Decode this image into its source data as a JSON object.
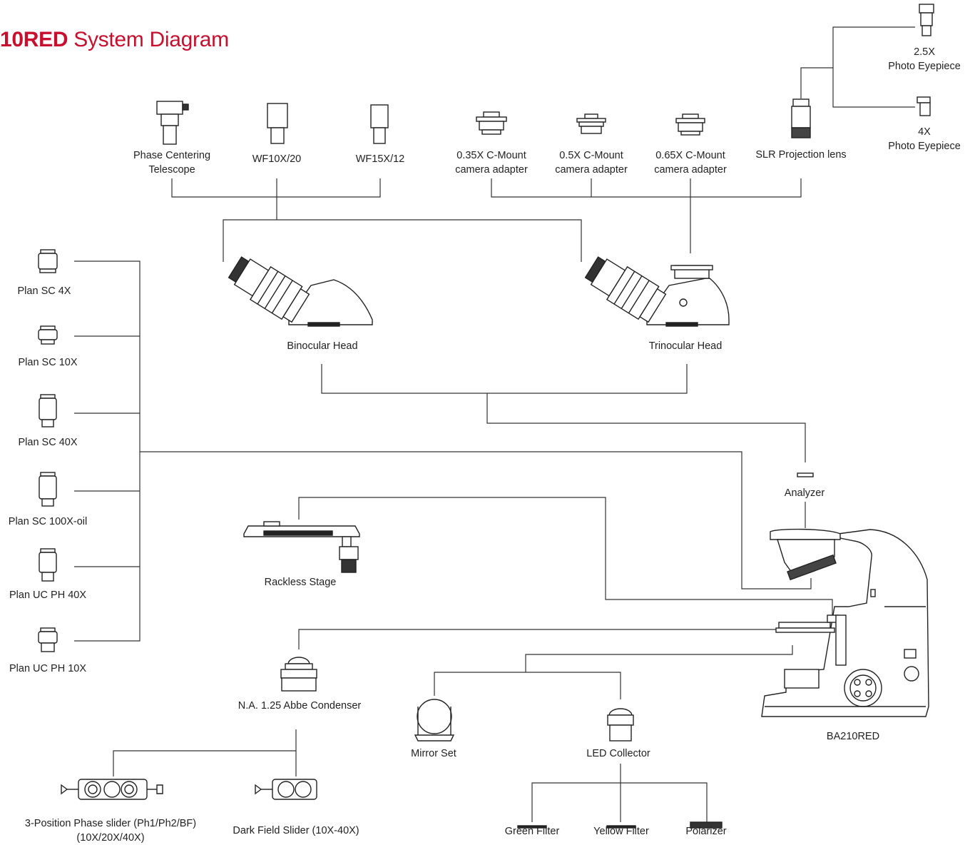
{
  "title": {
    "brand": "10RED",
    "rest": " System Diagram"
  },
  "colors": {
    "brand": "#c8102e",
    "lines": "#333333",
    "text": "#222222"
  },
  "components": {
    "phase_telescope": {
      "line1": "Phase Centering",
      "line2": "Telescope"
    },
    "wf10": "WF10X/20",
    "wf15": "WF15X/12",
    "cmount035": {
      "line1": "0.35X C-Mount",
      "line2": "camera adapter"
    },
    "cmount05": {
      "line1": "0.5X C-Mount",
      "line2": "camera adapter"
    },
    "cmount065": {
      "line1": "0.65X C-Mount",
      "line2": "camera adapter"
    },
    "slr_lens": "SLR Projection lens",
    "photo25": {
      "line1": "2.5X",
      "line2": "Photo Eyepiece"
    },
    "photo4": {
      "line1": "4X",
      "line2": "Photo Eyepiece"
    },
    "binocular": "Binocular Head",
    "trinocular": "Trinocular Head",
    "analyzer": "Analyzer",
    "stage": "Rackless Stage",
    "body": "BA210RED",
    "condenser": "N.A. 1.25 Abbe Condenser",
    "mirror": "Mirror Set",
    "led": "LED Collector",
    "phase_slider": {
      "line1": "3-Position Phase slider (Ph1/Ph2/BF)",
      "line2": "(10X/20X/40X)"
    },
    "darkfield": "Dark Field Slider (10X-40X)",
    "green": "Green Filter",
    "yellow": "Yellow Filter",
    "polarizer": "Polarizer"
  },
  "objectives": [
    "Plan SC 4X",
    "Plan SC 10X",
    "Plan SC 40X",
    "Plan SC 100X-oil",
    "Plan UC PH 40X",
    "Plan UC PH 10X"
  ]
}
